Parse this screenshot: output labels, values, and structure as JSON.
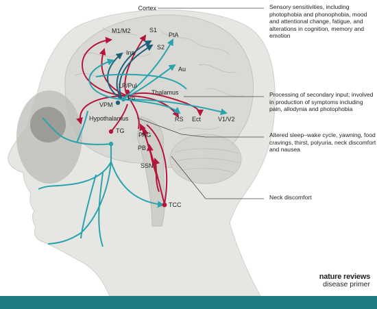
{
  "labels": {
    "cortex": "Cortex",
    "m1m2": "M1/M2",
    "s1": "S1",
    "ins": "Ins",
    "s2": "S2",
    "pta": "PtA",
    "au": "Au",
    "lppul": "LP/Pul",
    "thalamus": "Thalamus",
    "po": "Po",
    "vpm": "VPM",
    "hypothalamus": "Hypothalamus",
    "tg": "TG",
    "pag": "PAG",
    "pb": "PB",
    "ssn": "SSN",
    "tcc": "TCC",
    "rs": "RS",
    "ect": "Ect",
    "v1v2": "V1/V2"
  },
  "notes": {
    "sensory": "Sensory sensitivities, including photophobia and phonophobia, mood and attentional change, fatigue, and alterations in cognition, memory and emotion",
    "secondary": "Processing of secondary input; involved in production of symptoms including pain, allodynia and photophobia",
    "sleep": "Altered sleep–wake cycle, yawning, food cravings, thirst, polyuria, neck discomfort and nausea",
    "neck": "Neck discomfort"
  },
  "brand": {
    "line1": "nature reviews",
    "line2": "disease primer"
  },
  "colors": {
    "red": "#b3163a",
    "teal": "#2aa3ad",
    "dark_teal": "#1f5f7a",
    "head": "#e8e8e6",
    "brain": "#dcdcd8",
    "footer": "#1e7b82"
  }
}
